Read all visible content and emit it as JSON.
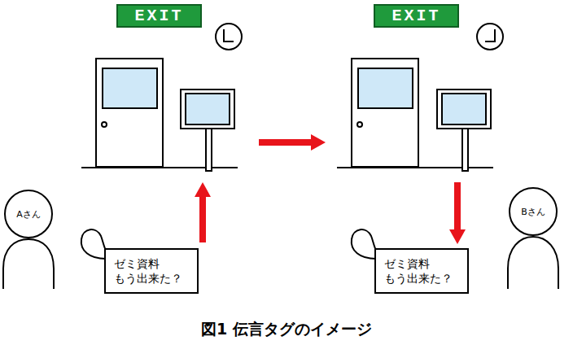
{
  "diagram": {
    "caption": "図1 伝言タグのイメージ",
    "nodes": [
      {
        "text": [
          "EXIT"
        ]
      },
      {
        "text": [
          "EXIT"
        ]
      },
      {
        "text": [
          "Aさん"
        ]
      },
      {
        "text": [
          "Bさん"
        ]
      },
      {
        "text": [
          "ゼミ資料 もう出来た？"
        ]
      },
      {
        "text": [
          "ゼミ資料 もう出来た？"
        ]
      }
    ]
  }
}
